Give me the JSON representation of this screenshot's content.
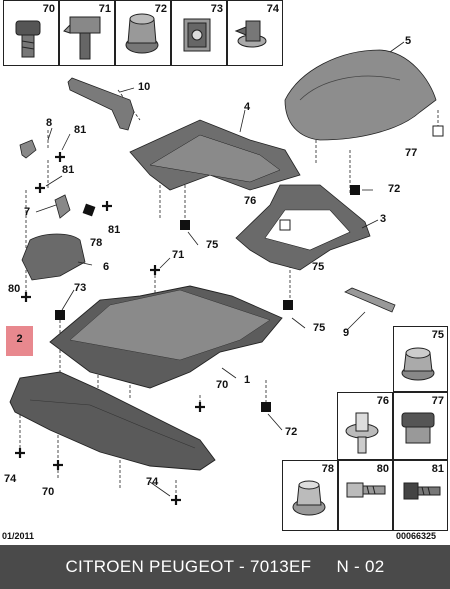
{
  "diagram": {
    "fastener_labels": [
      "70",
      "71",
      "72",
      "73",
      "74",
      "75",
      "76",
      "77",
      "78",
      "80",
      "81"
    ],
    "part_labels": [
      "1",
      "2",
      "3",
      "4",
      "5",
      "6",
      "7",
      "8",
      "9",
      "10"
    ],
    "callouts": {
      "c8": "8",
      "c81a": "81",
      "c81b": "81",
      "c81c": "81",
      "c7": "7",
      "c78": "78",
      "c6": "6",
      "c80": "80",
      "c10": "10",
      "c4": "4",
      "c5": "5",
      "c77": "77",
      "c72a": "72",
      "c76": "76",
      "c3": "3",
      "c75a": "75",
      "c75b": "75",
      "c75c": "75",
      "c71": "71",
      "c73": "73",
      "c9": "9",
      "c1": "1",
      "c70a": "70",
      "c70b": "70",
      "c72b": "72",
      "c74a": "74",
      "c74b": "74"
    },
    "highlighted_part": "2",
    "date_code": "01/2011",
    "image_code": "00066325"
  },
  "caption": "CITROEN PEUGEOT - 7013EF     N - 02",
  "colors": {
    "highlight": "#e8888e",
    "caption_bar": "#4a4a4a",
    "part_fill": "#7a7a7a",
    "part_dark": "#4f4f4f"
  }
}
